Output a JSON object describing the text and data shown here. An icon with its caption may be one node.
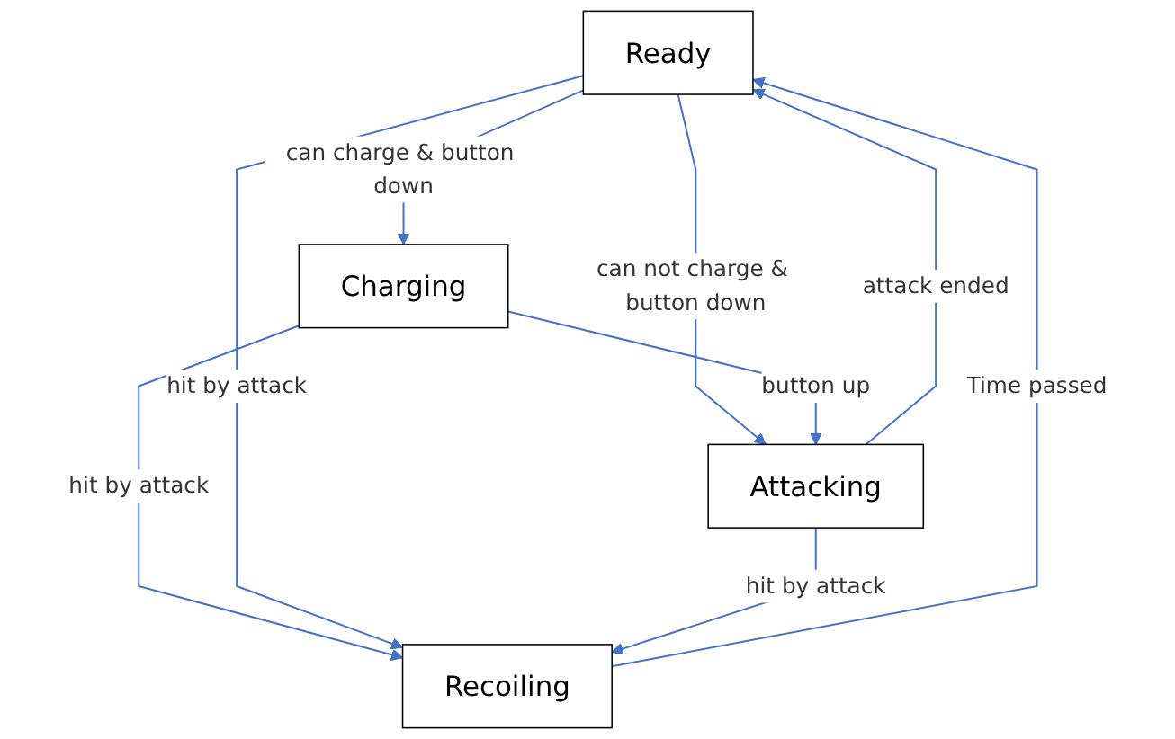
{
  "diagram": {
    "nodes": [
      {
        "text": [
          "Ready"
        ]
      },
      {
        "text": [
          "Attacking"
        ]
      },
      {
        "text": [
          "Charging"
        ]
      },
      {
        "text": [
          "Recoiling"
        ]
      }
    ],
    "edges": [
      {
        "from": 1,
        "to": 0,
        "arrow": "to",
        "label": "attack ended"
      },
      {
        "from": 0,
        "to": 1,
        "arrow": "to",
        "label": "can not charge & button down"
      },
      {
        "from": 0,
        "to": 2,
        "arrow": "to",
        "label": "can charge & button down"
      },
      {
        "from": 2,
        "to": 1,
        "arrow": "to",
        "label": "button up"
      },
      {
        "from": 2,
        "to": 3,
        "arrow": "to",
        "label": "hit by attack"
      },
      {
        "from": 3,
        "to": 0,
        "arrow": "to",
        "label": "Time passed"
      },
      {
        "from": 0,
        "to": 3,
        "arrow": "to",
        "label": "hit by attack"
      },
      {
        "from": 1,
        "to": 3,
        "arrow": "to",
        "label": "hit by attack"
      }
    ]
  }
}
